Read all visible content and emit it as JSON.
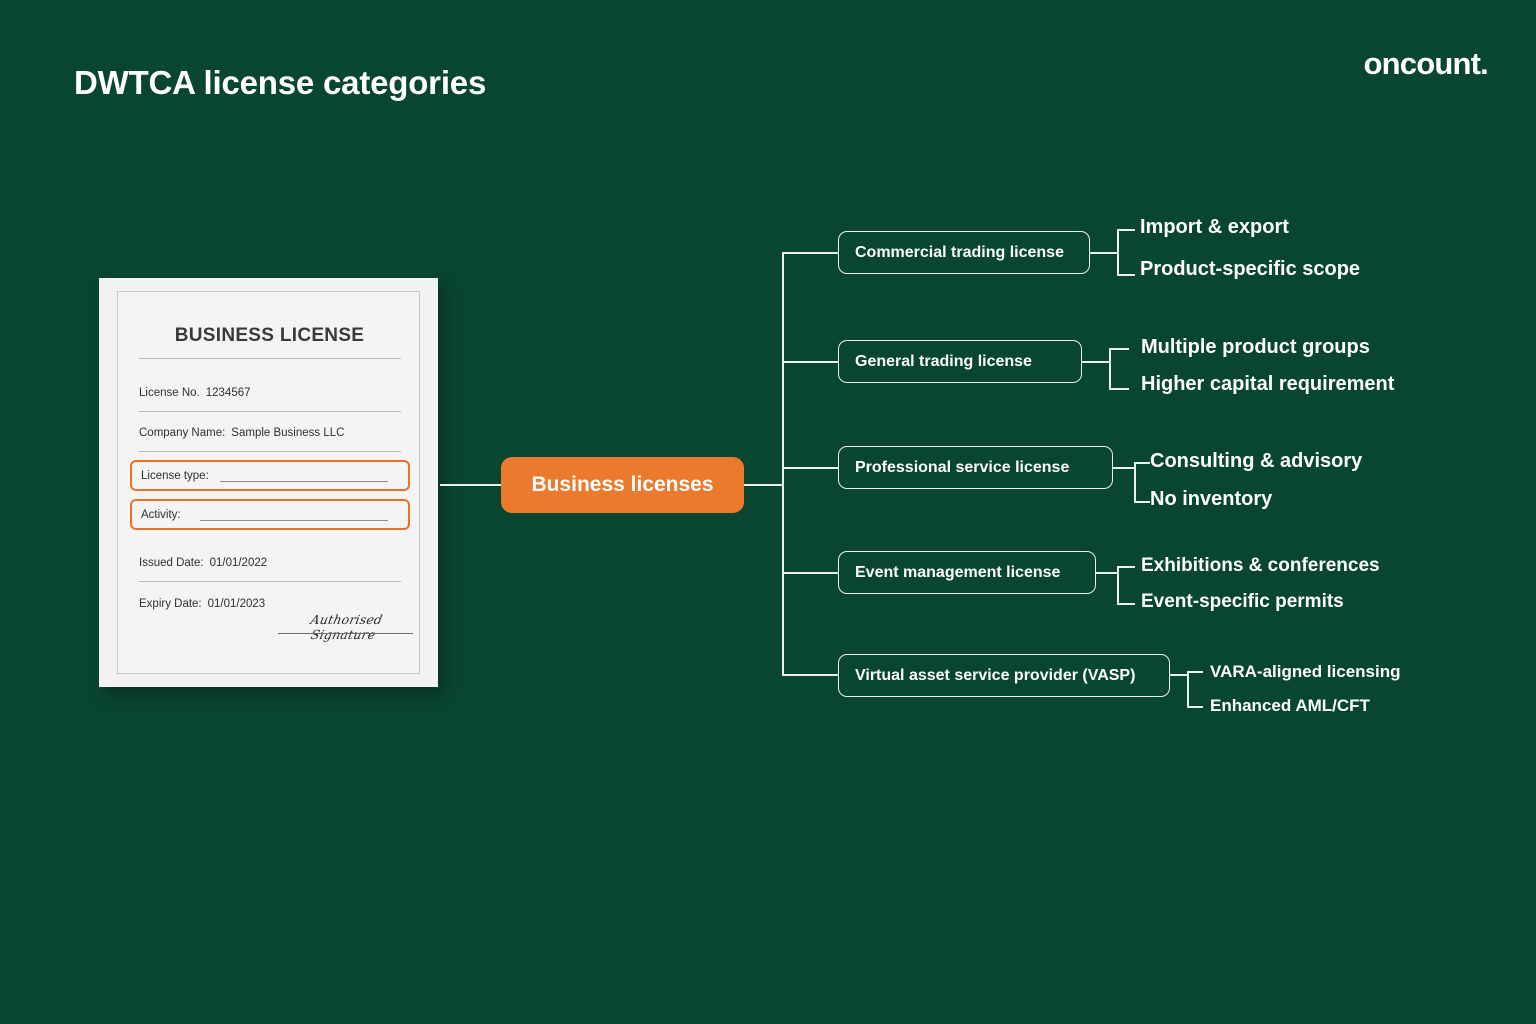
{
  "header": {
    "title": "DWTCA license categories",
    "logo": "oncount."
  },
  "license_card": {
    "heading": "BUSINESS LICENSE",
    "fields": [
      {
        "label": "License No.",
        "value": "1234567"
      },
      {
        "label": "Company Name:",
        "value": "Sample Business LLC"
      }
    ],
    "highlighted_fields": [
      {
        "label": "License type:",
        "value": ""
      },
      {
        "label": "Activity:",
        "value": ""
      }
    ],
    "dates": [
      {
        "label": "Issued Date:",
        "value": "01/01/2022"
      },
      {
        "label": "Expiry Date:",
        "value": "01/01/2023"
      }
    ],
    "signature": "Authorised Signature",
    "highlight_color": "#e8722a"
  },
  "diagram": {
    "root": "Business licenses",
    "root_color": "#ec7a2e",
    "line_color": "#e9f2ee",
    "branches": [
      {
        "label": "Commercial trading license",
        "children": [
          "Import & export",
          "Product-specific scope"
        ]
      },
      {
        "label": "General trading license",
        "children": [
          "Multiple product groups",
          "Higher capital requirement"
        ]
      },
      {
        "label": "Professional service license",
        "children": [
          "Consulting & advisory",
          "No inventory"
        ]
      },
      {
        "label": "Event management license",
        "children": [
          "Exhibitions & conferences",
          "Event-specific permits"
        ]
      },
      {
        "label": "Virtual asset service provider (VASP)",
        "children": [
          "VARA-aligned licensing",
          "Enhanced AML/CFT"
        ]
      }
    ]
  },
  "background_color": "#09462f"
}
